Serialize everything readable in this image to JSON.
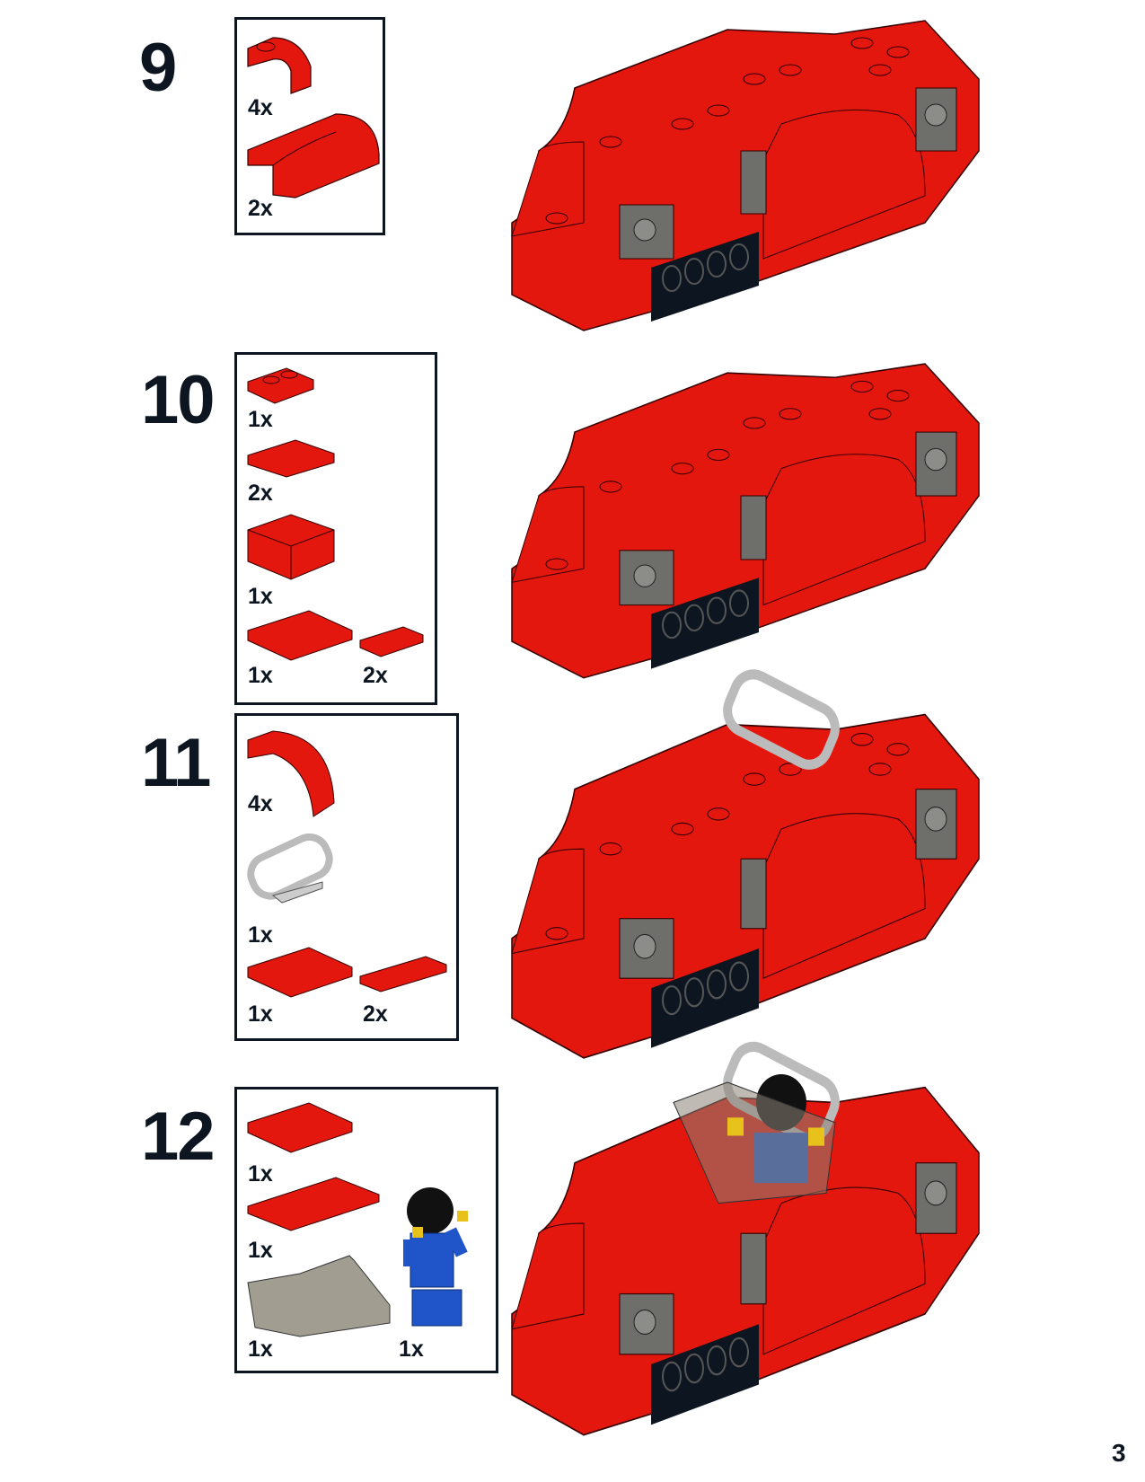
{
  "page_number": "3",
  "colors": {
    "brick_red": "#e3170d",
    "brick_dark": "#b50f07",
    "gray": "#6e6e6a",
    "black": "#0d1620",
    "minifig_blue": "#1f55c8"
  },
  "steps": [
    {
      "number": "9",
      "parts": [
        {
          "qty": "4x",
          "icon": "curved-slope-1x2-icon"
        },
        {
          "qty": "2x",
          "icon": "curved-slope-1x4-icon"
        }
      ]
    },
    {
      "number": "10",
      "parts": [
        {
          "qty": "1x",
          "icon": "plate-1x2-icon"
        },
        {
          "qty": "2x",
          "icon": "plate-1x3-icon"
        },
        {
          "qty": "1x",
          "icon": "brick-2x2-icon"
        },
        {
          "qty": "1x",
          "icon": "plate-2x3-icon"
        },
        {
          "qty": "2x",
          "icon": "tile-1x2-icon"
        }
      ]
    },
    {
      "number": "11",
      "parts": [
        {
          "qty": "4x",
          "icon": "arch-curved-icon"
        },
        {
          "qty": "1x",
          "icon": "roll-bar-icon"
        },
        {
          "qty": "1x",
          "icon": "plate-2x3-icon"
        },
        {
          "qty": "2x",
          "icon": "tile-1x3-icon"
        }
      ]
    },
    {
      "number": "12",
      "parts": [
        {
          "qty": "1x",
          "icon": "plate-2x3-icon"
        },
        {
          "qty": "1x",
          "icon": "tile-2x4-icon"
        },
        {
          "qty": "1x",
          "icon": "windscreen-icon"
        },
        {
          "qty": "1x",
          "icon": "minifig-driver-icon"
        }
      ]
    }
  ]
}
